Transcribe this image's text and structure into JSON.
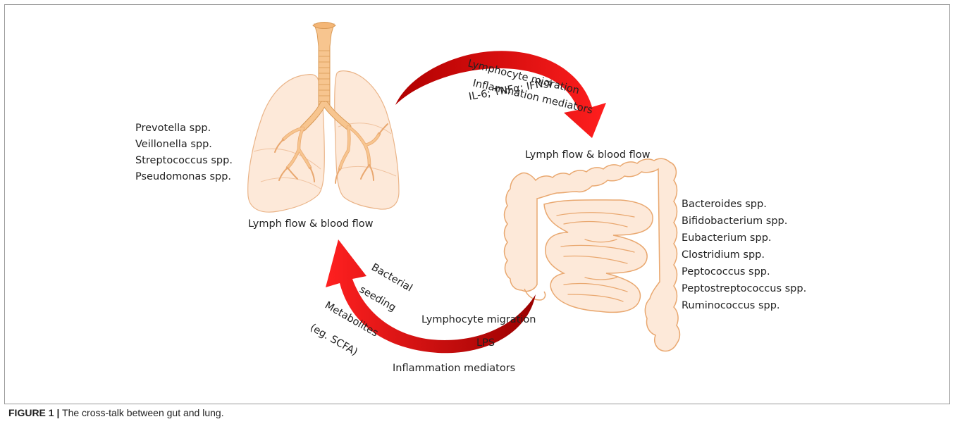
{
  "colors": {
    "arrow_light": "#ff1a1a",
    "arrow_dark": "#a00000",
    "organ_fill": "#fde9d9",
    "organ_stroke": "#e9a870",
    "airway_fill": "#f7c58f",
    "airway_stroke": "#d99a57"
  },
  "icons": [
    "lung-icon",
    "intestine-icon",
    "curved-arrow-icon"
  ],
  "lung": {
    "bacteria": [
      "Prevotella spp.",
      "Veillonella spp.",
      "Streptococcus spp.",
      "Pseudomonas spp."
    ],
    "flow_label": "Lymph flow & blood flow"
  },
  "gut": {
    "bacteria": [
      "Bacteroides spp.",
      "Bifidobacterium spp.",
      "Eubacterium spp.",
      "Clostridium spp.",
      "Peptococcus spp.",
      "Peptostreptococcus spp.",
      "Ruminococcus spp."
    ],
    "flow_label": "Lymph flow & blood flow"
  },
  "top_arrow": {
    "migration": "Lymphocyte migration",
    "mediators": "Inflammation mediators",
    "cytokines": "IL-6; TNFα; IFN-γ"
  },
  "bottom_arrow": {
    "seeding_1": "Bacterial",
    "seeding_2": "seeding",
    "metabolites_1": "Metabolites",
    "metabolites_2": "(eg. SCFA)",
    "migration": "Lymphocyte migration",
    "lps": "LPS",
    "mediators": "Inflammation mediators"
  },
  "caption": {
    "number": "FIGURE 1 |",
    "text": " The cross-talk between gut and lung."
  }
}
